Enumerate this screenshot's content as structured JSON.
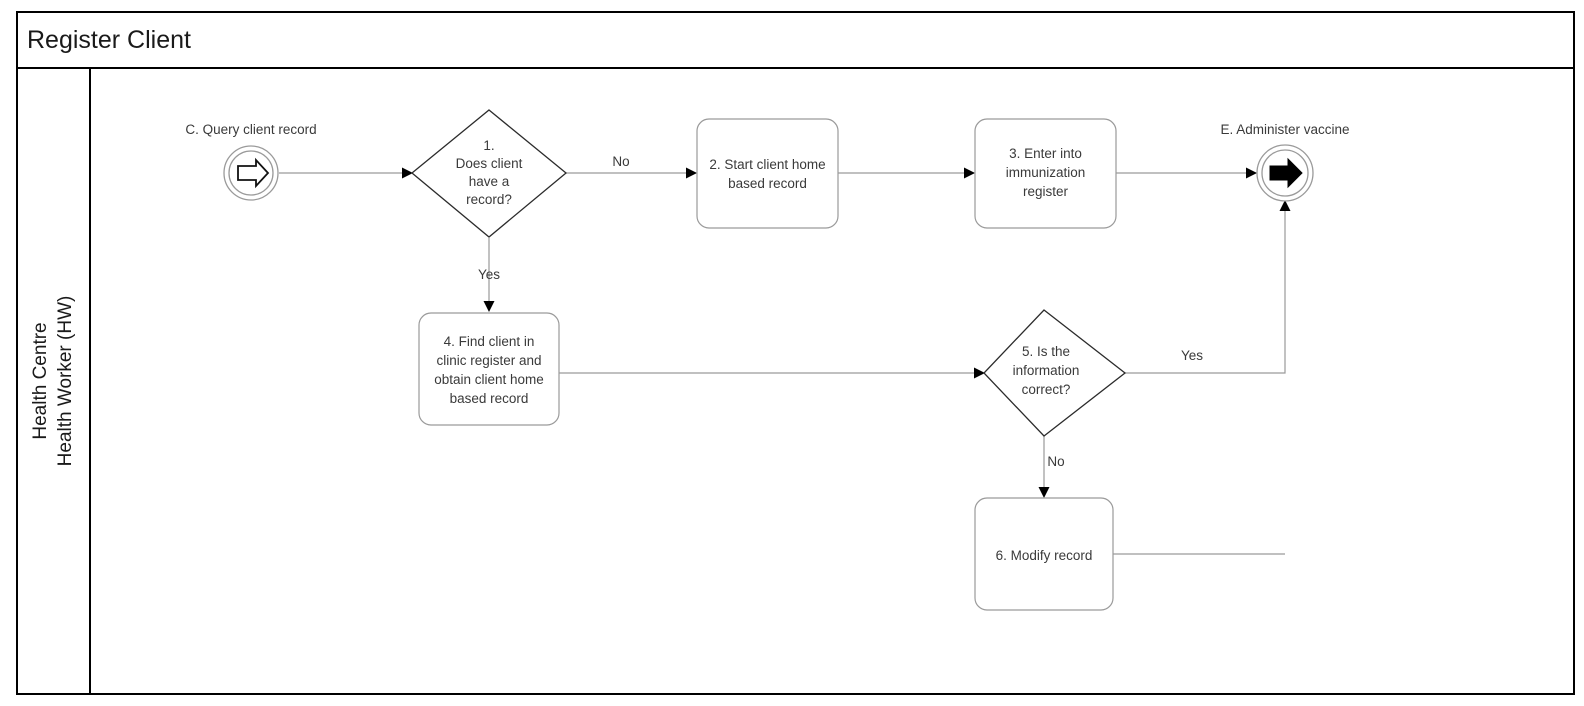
{
  "pool": {
    "title": "Register Client",
    "lane_label_line1": "Health Centre",
    "lane_label_line2": "Health Worker (HW)"
  },
  "events": {
    "start": {
      "id": "C",
      "label": "C. Query client record",
      "glyph": "hollow-right-arrow-icon"
    },
    "end": {
      "id": "E",
      "label": "E. Administer vaccine",
      "glyph": "solid-right-arrow-icon"
    }
  },
  "gateways": [
    {
      "id": "1",
      "lines": [
        "1.",
        "Does client",
        "have a",
        "record?"
      ]
    },
    {
      "id": "5",
      "lines": [
        "5. Is the",
        "information",
        "correct?"
      ]
    }
  ],
  "tasks": [
    {
      "id": "2",
      "lines": [
        "2. Start client home",
        "based record"
      ]
    },
    {
      "id": "3",
      "lines": [
        "3. Enter into",
        "immunization",
        "register"
      ]
    },
    {
      "id": "4",
      "lines": [
        "4. Find client in",
        "clinic register and",
        "obtain client home",
        "based record"
      ]
    },
    {
      "id": "6",
      "lines": [
        "6. Modify record"
      ]
    }
  ],
  "edge_labels": {
    "gw1_no": "No",
    "gw1_yes": "Yes",
    "gw5_yes": "Yes",
    "gw5_no": "No"
  },
  "colors": {
    "frame_stroke": "#000000",
    "node_stroke": "#9a9a9a",
    "gateway_stroke": "#2b2b2b",
    "edge_stroke": "#9a9a9a",
    "text": "#3a3a3a",
    "canvas": "#ffffff"
  }
}
